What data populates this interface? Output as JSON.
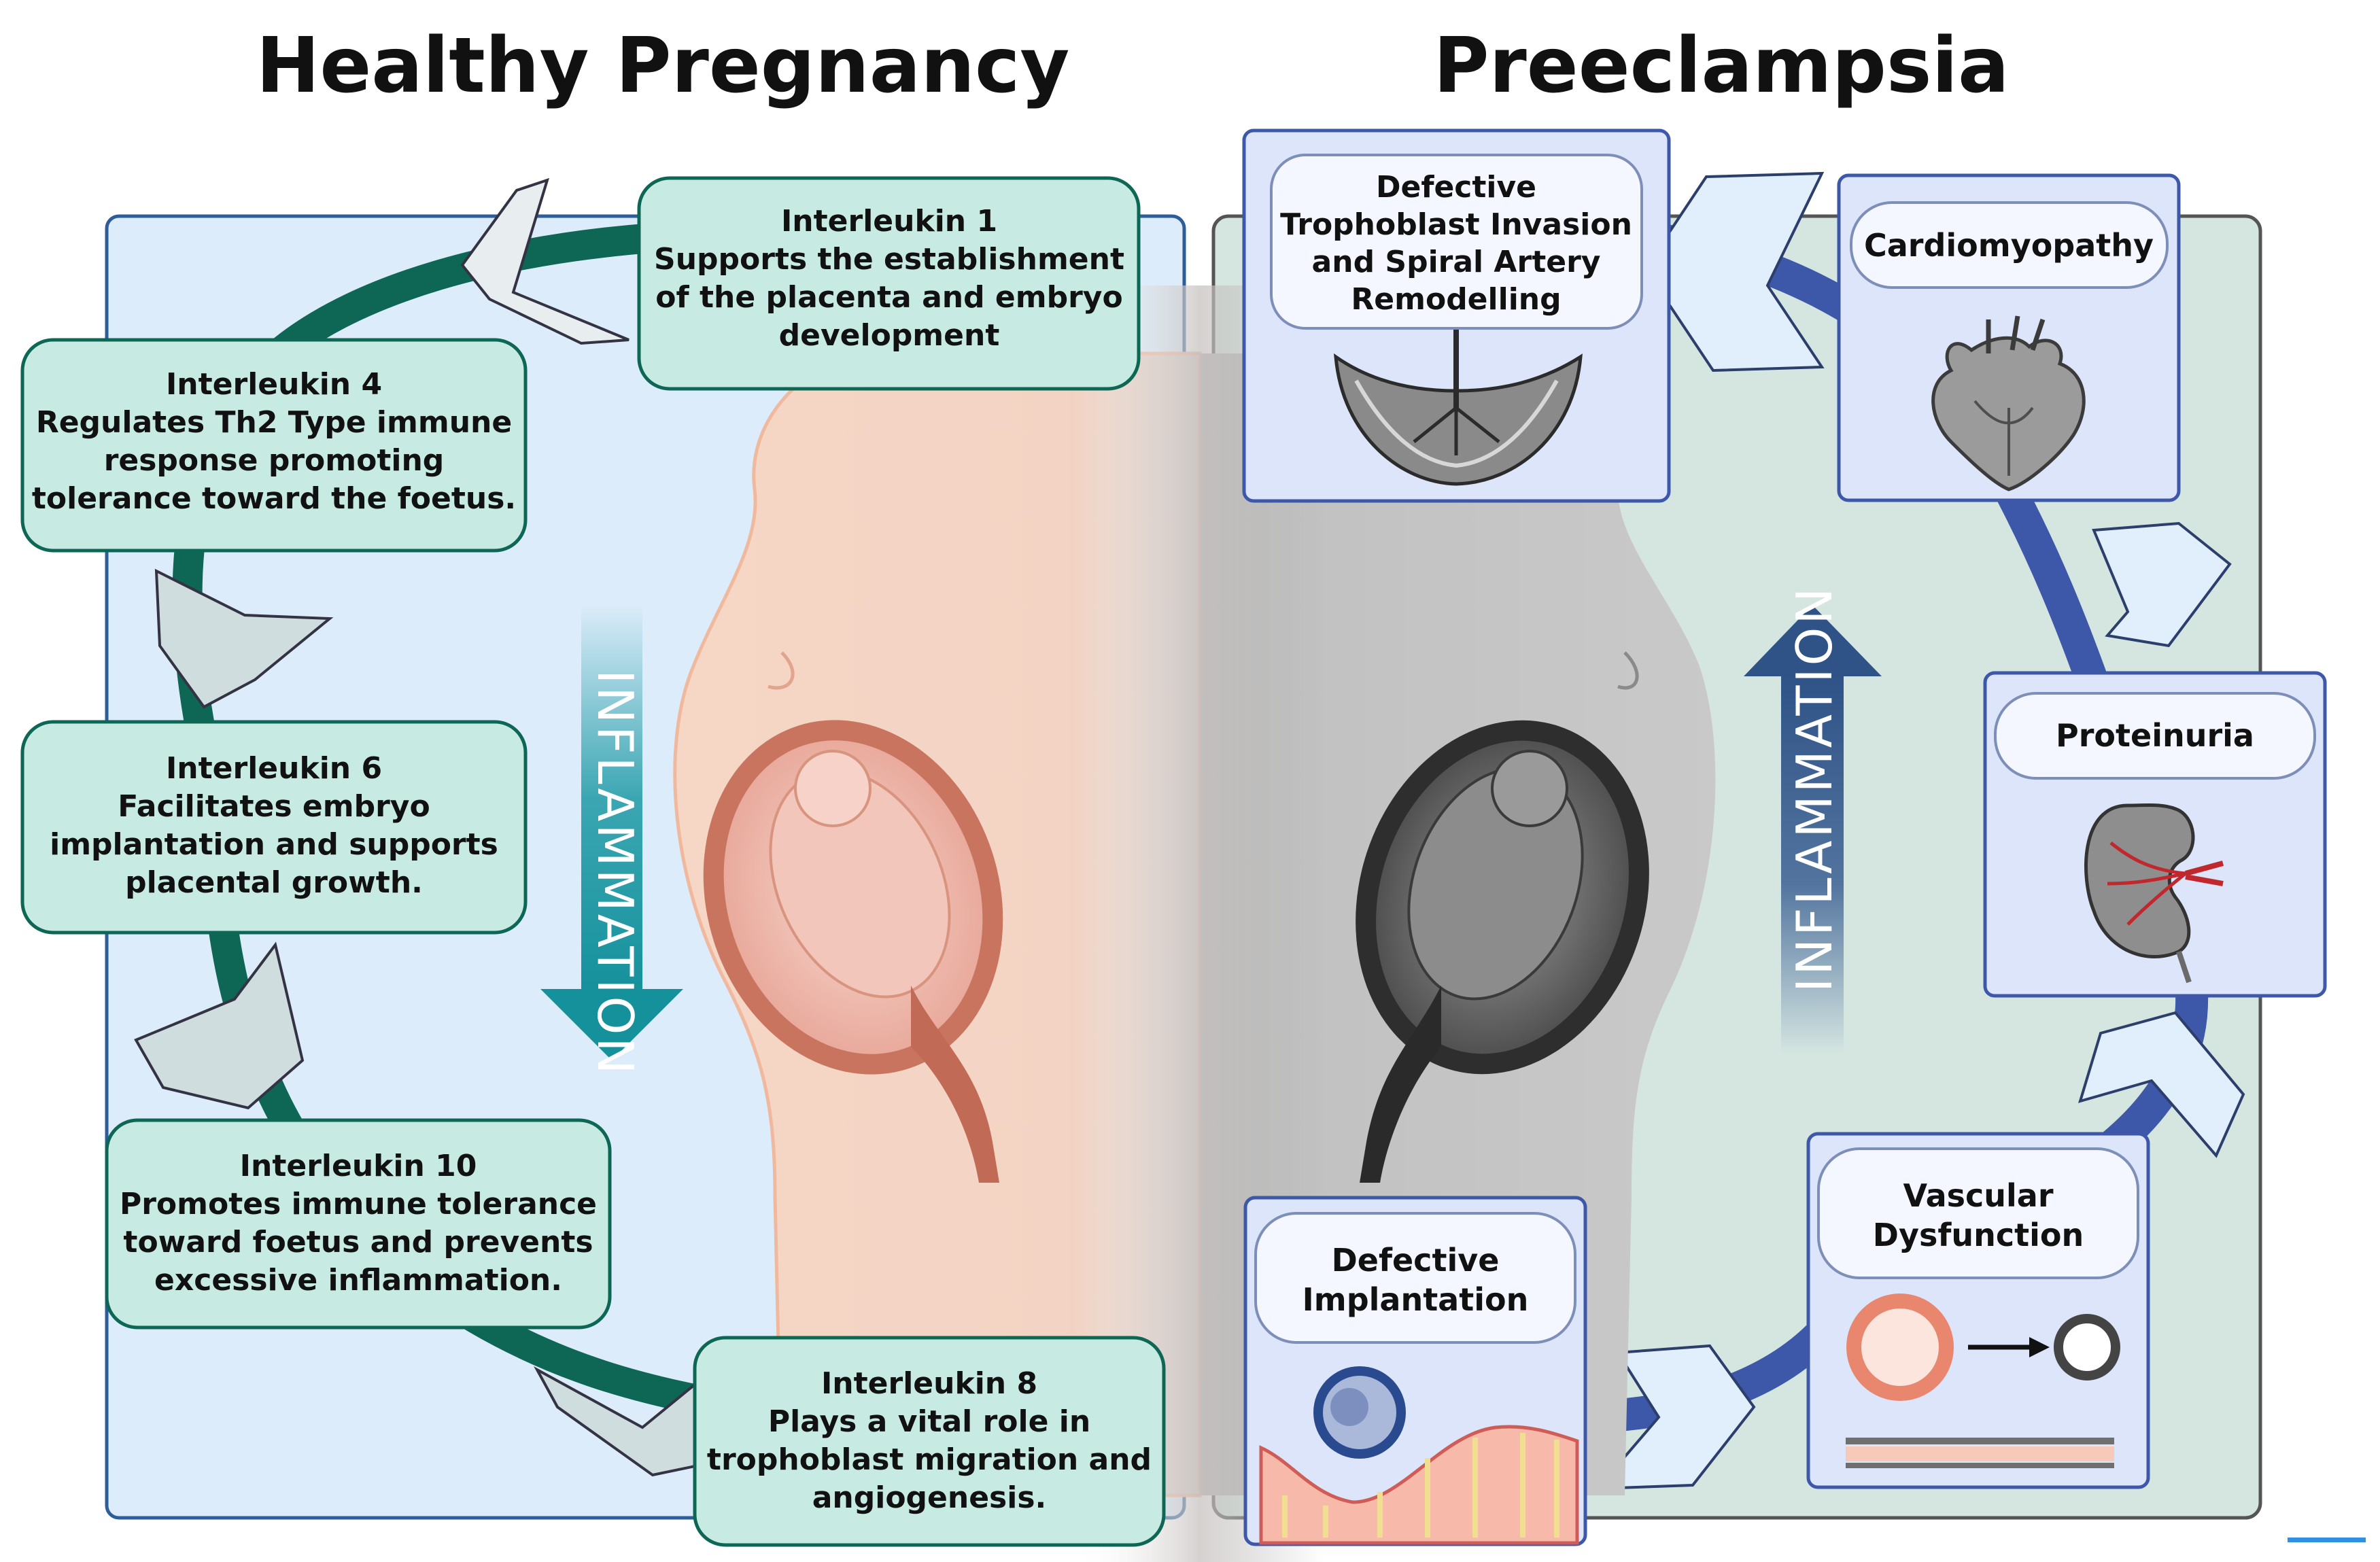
{
  "titles": {
    "healthy": "Healthy Pregnancy",
    "preeclampsia": "Preeclampsia"
  },
  "healthy": {
    "inflammation_label": "INFLAMMATION",
    "cards": [
      {
        "lines": [
          "Interleukin 1",
          "Supports the establishment",
          "of the placenta and embryo",
          "development"
        ]
      },
      {
        "lines": [
          "Interleukin 4",
          "Regulates Th2 Type immune",
          "response promoting",
          "tolerance toward the foetus."
        ]
      },
      {
        "lines": [
          "Interleukin 6",
          "Facilitates embryo",
          "implantation and supports",
          "placental growth."
        ]
      },
      {
        "lines": [
          "Interleukin 10",
          "Promotes immune tolerance",
          "toward foetus and prevents",
          "excessive inflammation."
        ]
      },
      {
        "lines": [
          "Interleukin 8",
          "Plays a vital role in",
          "trophoblast migration and",
          "angiogenesis."
        ]
      }
    ]
  },
  "preeclampsia": {
    "inflammation_label": "INFLAMMATION",
    "cards": [
      {
        "lines": [
          "Defective",
          "Trophoblast Invasion",
          "and Spiral Artery",
          "Remodelling"
        ]
      },
      {
        "lines": [
          "Cardiomyopathy"
        ]
      },
      {
        "lines": [
          "Proteinuria"
        ]
      },
      {
        "lines": [
          "Vascular",
          "Dysfunction"
        ]
      },
      {
        "lines": [
          "Defective",
          "Implantation"
        ]
      }
    ]
  },
  "colors": {
    "healthy_panel": "#dcecfa",
    "preeclampsia_panel": "#d5e6e1",
    "healthy_card": "#c7ebe3",
    "healthy_ring": "#0e6655",
    "healthy_arrow": "#1e9aa5",
    "pre_ring": "#3d58a8",
    "pre_card": "#dde5fa",
    "pre_arrow": "#3a5f92"
  }
}
